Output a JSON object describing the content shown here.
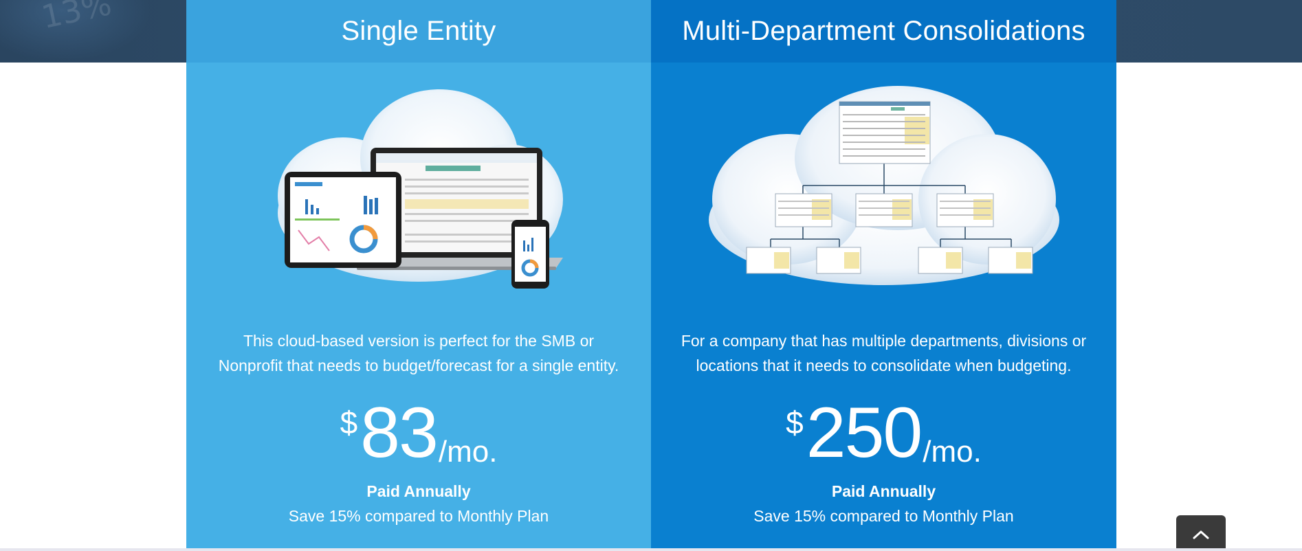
{
  "band": {
    "glyph": "13%"
  },
  "plans": [
    {
      "title": "Single Entity",
      "description": "This cloud-based version is perfect for the SMB or Nonprofit that needs to budget/forecast for a single entity.",
      "currency": "$",
      "amount": "83",
      "period": "/mo.",
      "billing": "Paid Annually",
      "savings": "Save 15% compared to Monthly Plan"
    },
    {
      "title": "Multi-Department Consolidations",
      "description": "For a company that has multiple departments, divisions or locations that it needs to consolidate when budgeting.",
      "currency": "$",
      "amount": "250",
      "period": "/mo.",
      "billing": "Paid Annually",
      "savings": "Save 15% compared to Monthly Plan"
    }
  ],
  "icons": {
    "scroll_top": "chevron-up-icon"
  },
  "colors": {
    "single_bg": "#45b0e6",
    "single_header": "#3aa3de",
    "multi_bg": "#0a80d0",
    "multi_header": "#0572c5",
    "top_band": "#2f4d6a"
  }
}
